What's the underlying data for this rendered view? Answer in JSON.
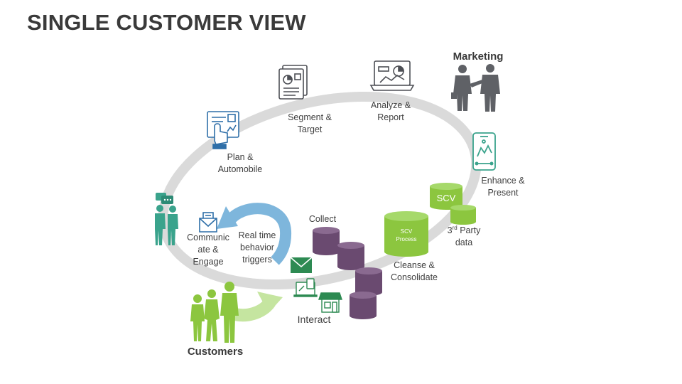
{
  "title": "SINGLE CUSTOMER VIEW",
  "labels": {
    "marketing": "Marketing",
    "customers": "Customers",
    "segment": [
      "Segment &",
      "Target"
    ],
    "analyze": [
      "Analyze &",
      "Report"
    ],
    "plan": [
      "Plan &",
      "Automobile"
    ],
    "enhance": [
      "Enhance &",
      "Present"
    ],
    "communicate": [
      "Communic",
      "ate &",
      "Engage"
    ],
    "realtime": [
      "Real time",
      "behavior",
      "triggers"
    ],
    "collect": "Collect",
    "interact": "Interact",
    "cleanse": [
      "Cleanse &",
      "Consolidate"
    ],
    "scv": "SCV",
    "scv_process": [
      "SCV",
      "Process"
    ],
    "third_party_sup": "rd",
    "third_party_lead": "3",
    "third_party": [
      "Party",
      "data"
    ]
  },
  "colors": {
    "ring": "#dadada",
    "icon_gray": "#4d4f55",
    "icon_blue": "#2f6fa8",
    "teal": "#3aa38c",
    "green": "#8cc63f",
    "purple": "#6a4a70",
    "arrow_blue": "#7eb6dc",
    "arrow_green": "#c5e5a0"
  }
}
